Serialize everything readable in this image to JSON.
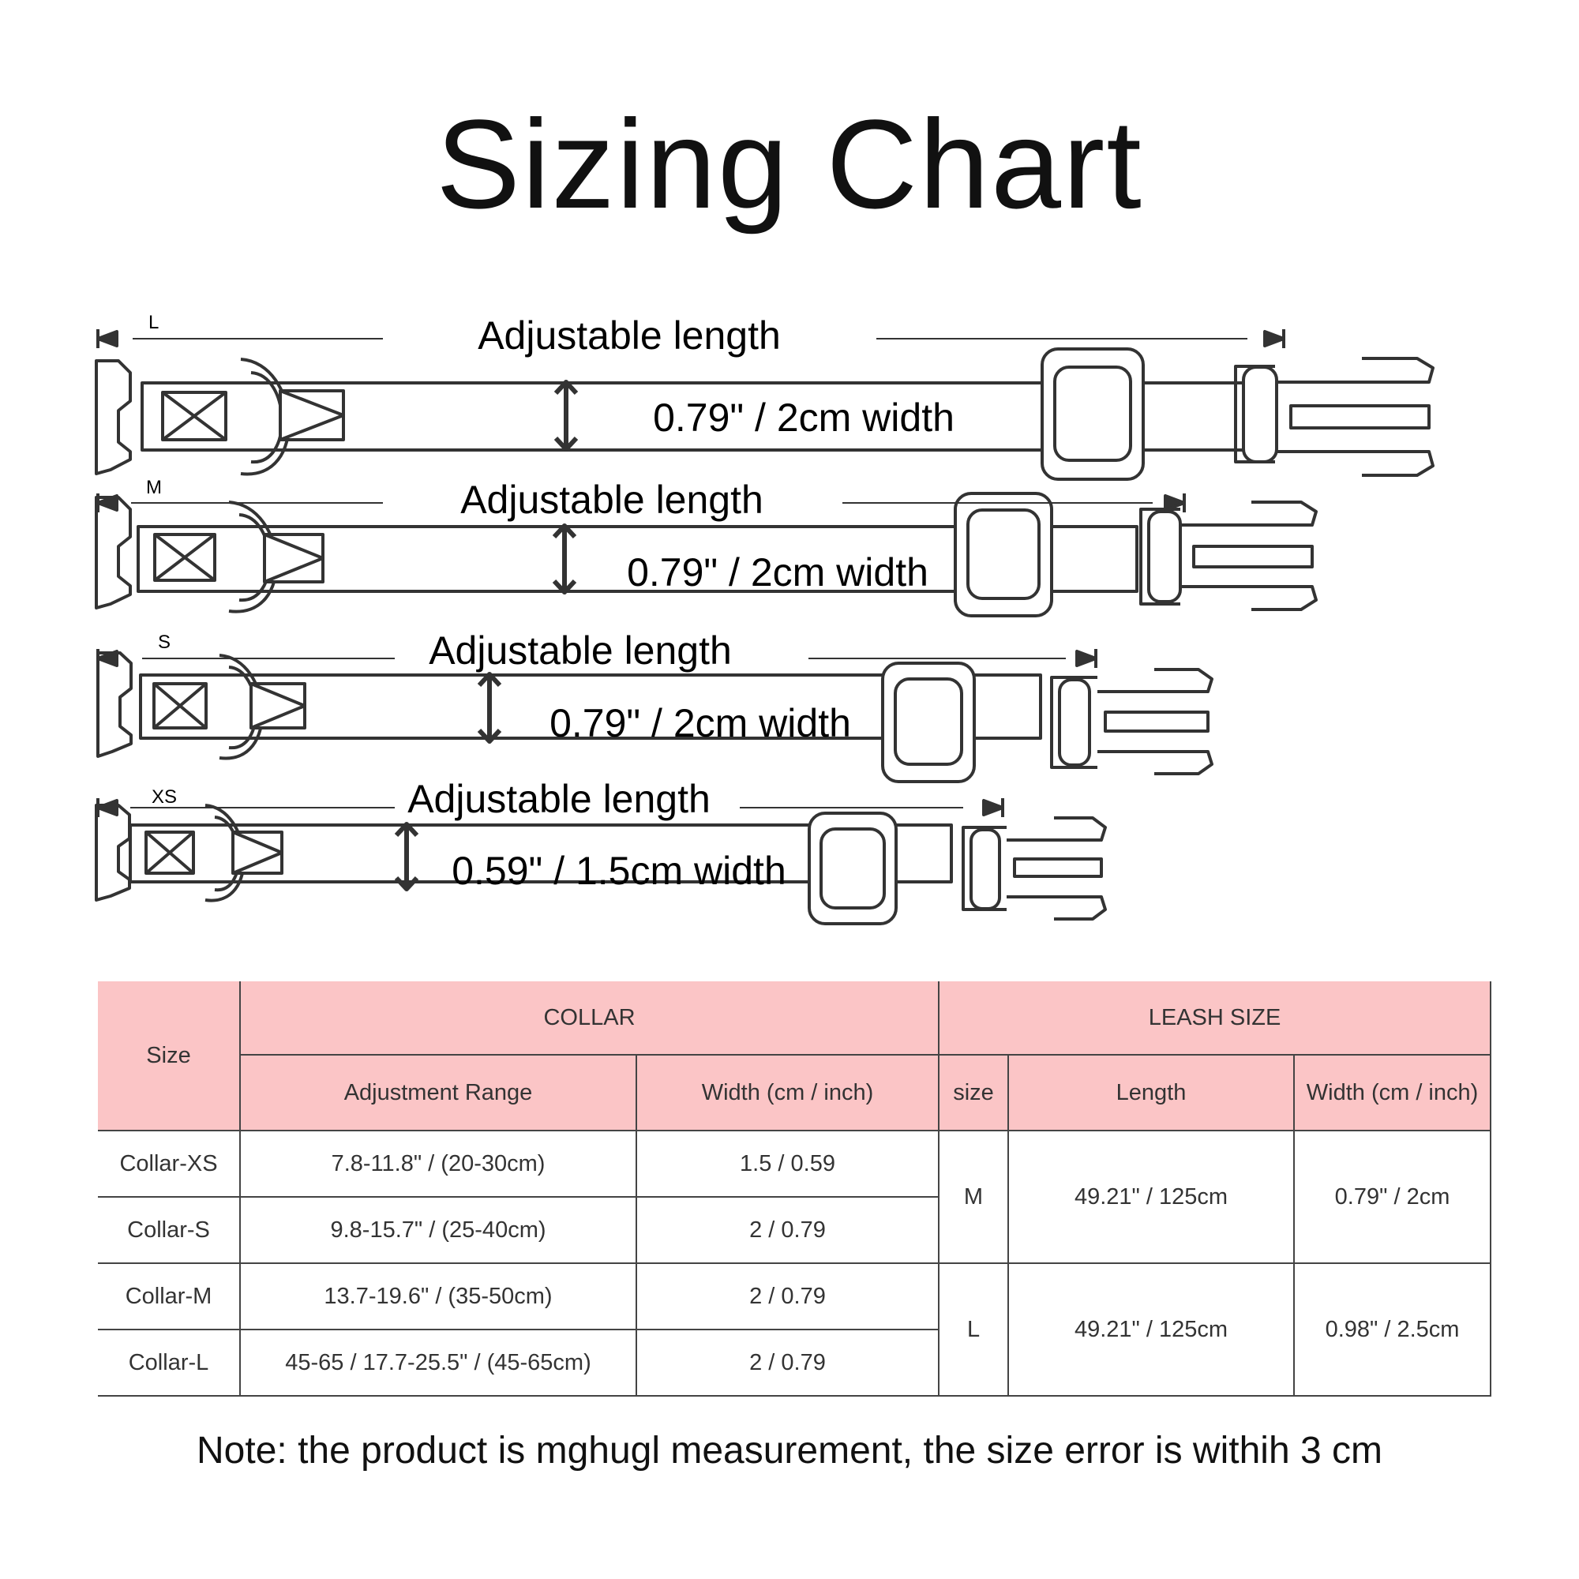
{
  "title": "Sizing Chart",
  "collars": [
    {
      "size": "L",
      "adjustable_label": "Adjustable length",
      "width_label": "0.79\" / 2cm width"
    },
    {
      "size": "M",
      "adjustable_label": "Adjustable length",
      "width_label": "0.79\" / 2cm width"
    },
    {
      "size": "S",
      "adjustable_label": "Adjustable length",
      "width_label": "0.79\" / 2cm width"
    },
    {
      "size": "XS",
      "adjustable_label": "Adjustable length",
      "width_label": "0.59\" / 1.5cm width"
    }
  ],
  "table": {
    "size_header": "Size",
    "collar_header": "COLLAR",
    "leash_header": "LEASH SIZE",
    "collar_subheaders": [
      "Adjustment Range",
      "Width (cm / inch)"
    ],
    "leash_subheaders": [
      "size",
      "Length",
      "Width (cm / inch)"
    ],
    "collar_rows": [
      {
        "size": "Collar-XS",
        "range": "7.8-11.8\" / (20-30cm)",
        "width": "1.5 / 0.59"
      },
      {
        "size": "Collar-S",
        "range": "9.8-15.7\" / (25-40cm)",
        "width": "2 / 0.79"
      },
      {
        "size": "Collar-M",
        "range": "13.7-19.6\" / (35-50cm)",
        "width": "2 / 0.79"
      },
      {
        "size": "Collar-L",
        "range": "45-65 / 17.7-25.5\" / (45-65cm)",
        "width": "2 / 0.79"
      }
    ],
    "leash_rows": [
      {
        "size": "M",
        "length": "49.21\" / 125cm",
        "width": "0.79\" / 2cm"
      },
      {
        "size": "L",
        "length": "49.21\" / 125cm",
        "width": "0.98\" / 2.5cm"
      }
    ]
  },
  "note": "Note: the product is mghugl measurement, the size error is withih 3 cm",
  "colors": {
    "header_pink": "#fbc5c6",
    "line": "#444444"
  }
}
